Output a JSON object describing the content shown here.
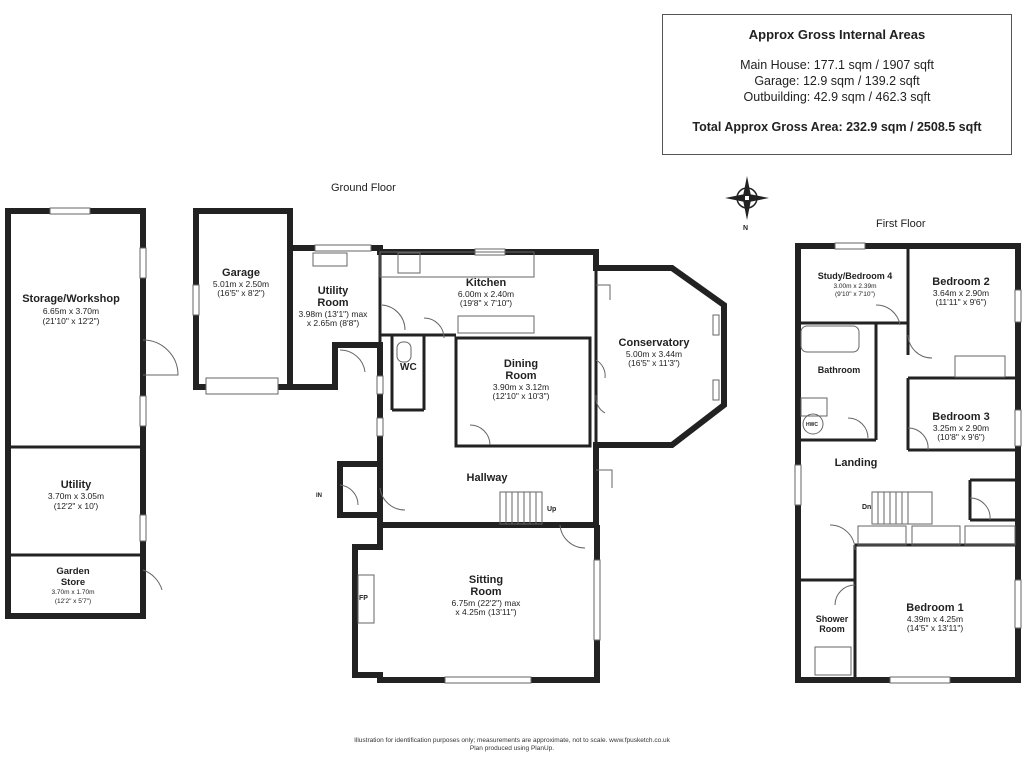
{
  "areas": {
    "title": "Approx Gross Internal Areas",
    "main_house": "Main House: 177.1 sqm / 1907 sqft",
    "garage": "Garage: 12.9 sqm / 139.2 sqft",
    "outbuilding": "Outbuilding: 42.9 sqm / 462.3 sqft",
    "total": "Total Approx Gross Area: 232.9 sqm / 2508.5 sqft"
  },
  "floors": {
    "ground": "Ground Floor",
    "first": "First Floor"
  },
  "compass": {
    "north": "N"
  },
  "rooms": {
    "storage": {
      "name": "Storage/Workshop",
      "dim1": "6.65m x 3.70m",
      "dim2": "(21'10\" x 12'2\")"
    },
    "utility_out": {
      "name": "Utility",
      "dim1": "3.70m x 3.05m",
      "dim2": "(12'2\" x 10')"
    },
    "garden_store": {
      "name1": "Garden",
      "name2": "Store",
      "dim1": "3.70m x 1.70m",
      "dim2": "(12'2\" x 5'7\")"
    },
    "garage": {
      "name": "Garage",
      "dim1": "5.01m x 2.50m",
      "dim2": "(16'5\" x 8'2\")"
    },
    "utility_room": {
      "name1": "Utility",
      "name2": "Room",
      "dim1": "3.98m (13'1\") max",
      "dim2": "x 2.65m (8'8\")"
    },
    "kitchen": {
      "name": "Kitchen",
      "dim1": "6.00m x 2.40m",
      "dim2": "(19'8\" x 7'10\")"
    },
    "wc": {
      "name": "WC"
    },
    "dining": {
      "name1": "Dining",
      "name2": "Room",
      "dim1": "3.90m x 3.12m",
      "dim2": "(12'10\" x 10'3\")"
    },
    "conservatory": {
      "name": "Conservatory",
      "dim1": "5.00m x 3.44m",
      "dim2": "(16'5\" x 11'3\")"
    },
    "hallway": {
      "name": "Hallway",
      "up": "Up",
      "in": "IN"
    },
    "sitting": {
      "name1": "Sitting",
      "name2": "Room",
      "dim1": "6.75m (22'2\") max",
      "dim2": "x 4.25m (13'11\")",
      "fp": "FP"
    },
    "study": {
      "name": "Study/Bedroom 4",
      "dim1": "3.00m x 2.39m",
      "dim2": "(9'10\" x 7'10\")"
    },
    "bedroom2": {
      "name": "Bedroom 2",
      "dim1": "3.64m x 2.90m",
      "dim2": "(11'11\" x 9'6\")"
    },
    "bathroom": {
      "name": "Bathroom",
      "hwc": "HWC"
    },
    "bedroom3": {
      "name": "Bedroom 3",
      "dim1": "3.25m x 2.90m",
      "dim2": "(10'8\" x 9'6\")"
    },
    "landing": {
      "name": "Landing",
      "dn": "Dn"
    },
    "bedroom1": {
      "name": "Bedroom 1",
      "dim1": "4.39m x 4.25m",
      "dim2": "(14'5\" x 13'11\")"
    },
    "shower": {
      "name1": "Shower",
      "name2": "Room"
    }
  },
  "footer": {
    "line1": "Illustration for identification purposes only; measurements are approximate, not to scale. www.fpusketch.co.uk",
    "line2": "Plan produced using PlanUp."
  },
  "colors": {
    "wall": "#222222",
    "window": "#cccccc",
    "line": "#666666"
  }
}
